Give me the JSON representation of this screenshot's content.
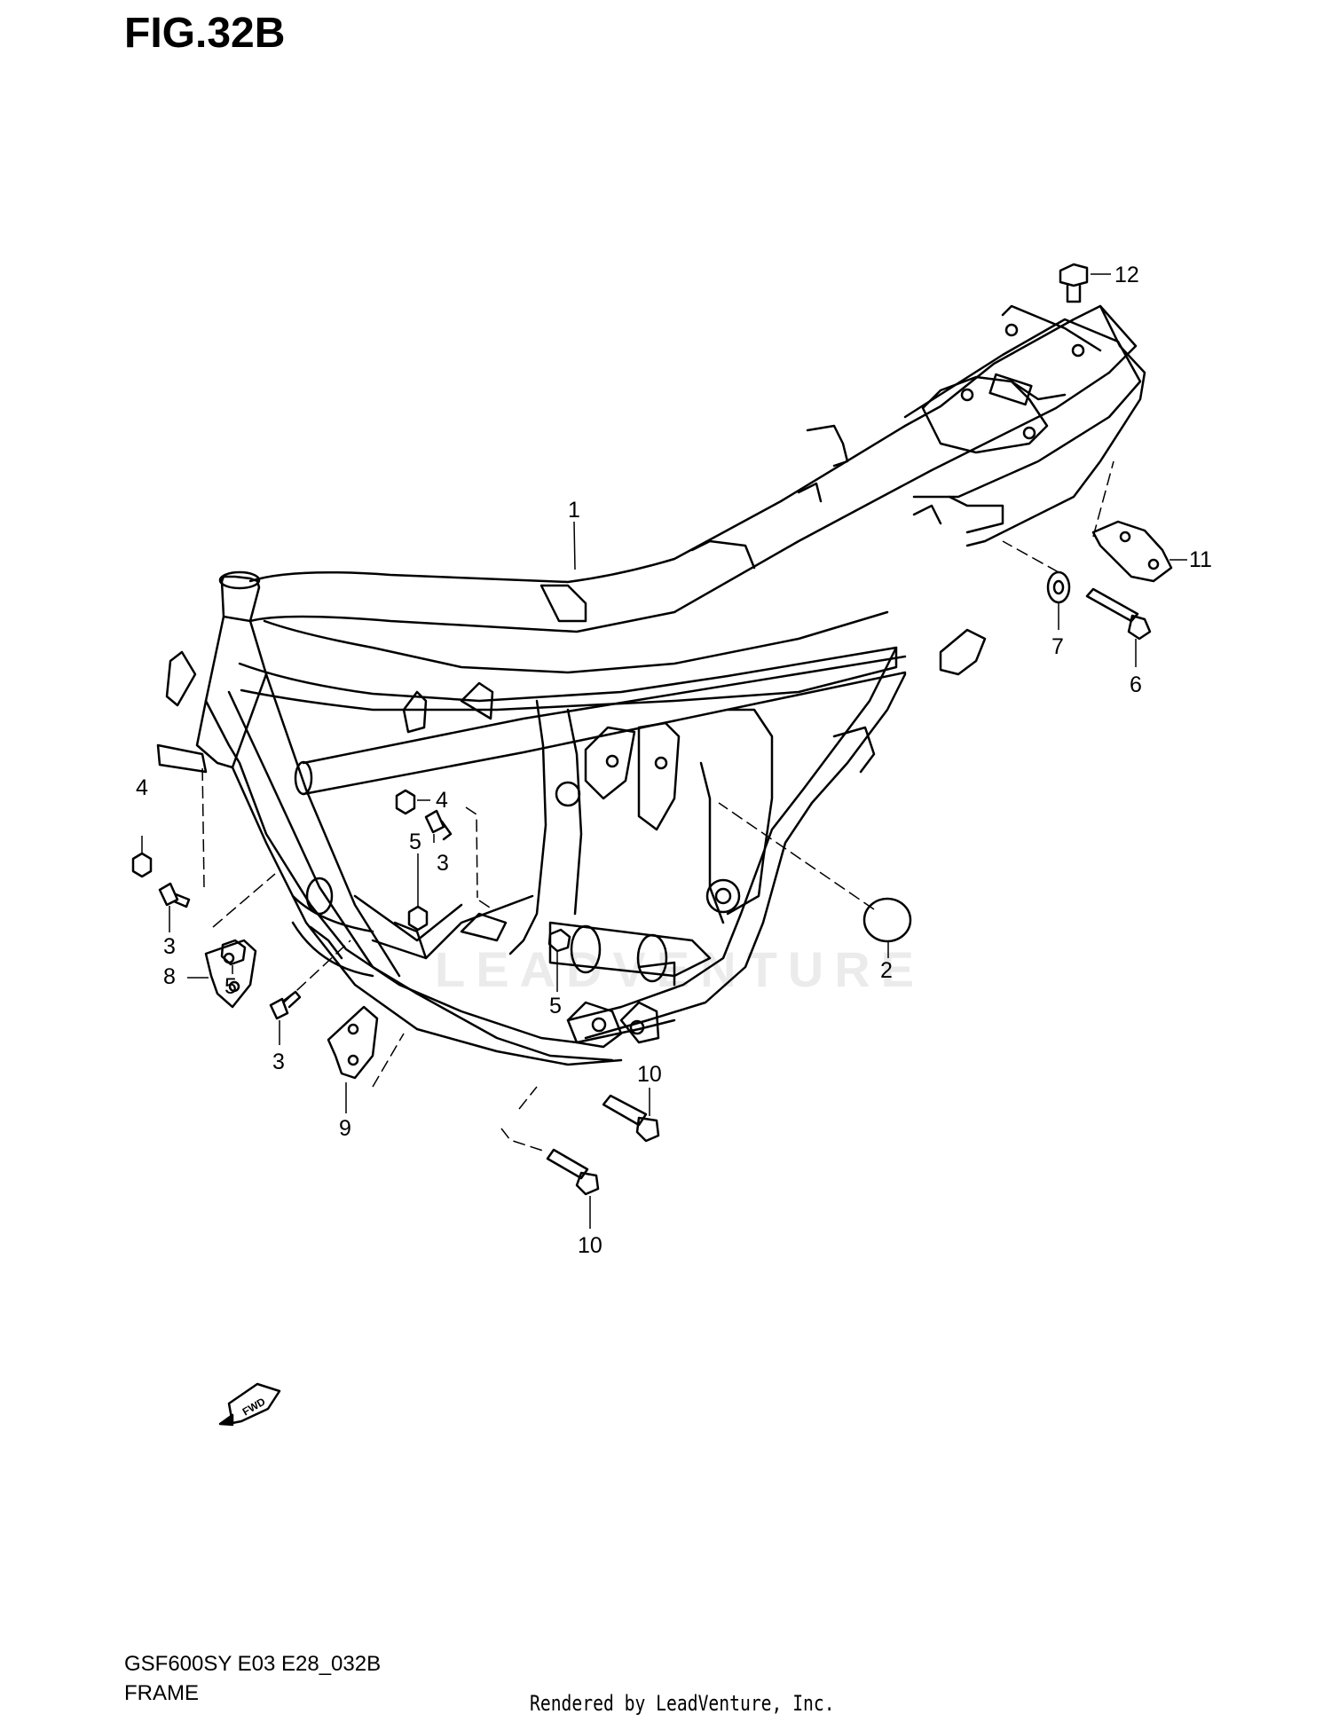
{
  "figure": {
    "title": "FIG.32B",
    "model_code": "GSF600SY E03 E28_032B",
    "section_name": "FRAME",
    "rendered_by": "Rendered by LeadVenture, Inc.",
    "watermark": "LEADVENTURE",
    "fwd_label": "FWD"
  },
  "callouts": {
    "c1": "1",
    "c2": "2",
    "c3a": "3",
    "c3b": "3",
    "c3c": "3",
    "c4a": "4",
    "c4b": "4",
    "c5a": "5",
    "c5b": "5",
    "c5c": "5",
    "c6": "6",
    "c7": "7",
    "c8": "8",
    "c9": "9",
    "c10a": "10",
    "c10b": "10",
    "c11": "11",
    "c12": "12"
  }
}
